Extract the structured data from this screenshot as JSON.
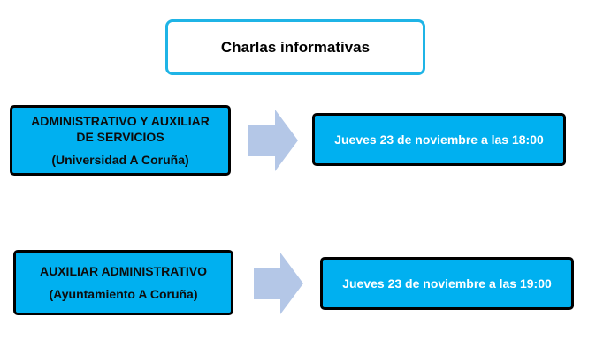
{
  "title": "Charlas informativas",
  "colors": {
    "title_border": "#1fb4e6",
    "box_fill": "#00b0f0",
    "arrow_fill": "#b4c7e7"
  },
  "rows": [
    {
      "position": "ADMINISTRATIVO Y AUXILIAR DE SERVICIOS",
      "position_line1": "ADMINISTRATIVO Y AUXILIAR",
      "position_line2": "DE SERVICIOS",
      "institution": "(Universidad A Coruña)",
      "arrow_icon": "right-arrow-icon",
      "date_text": "Jueves 23 de noviembre a las 18:00"
    },
    {
      "position": "AUXILIAR ADMINISTRATIVO",
      "position_line1": "AUXILIAR ADMINISTRATIVO",
      "institution": "(Ayuntamiento A Coruña)",
      "arrow_icon": "right-arrow-icon",
      "date_text": "Jueves 23 de noviembre a las 19:00"
    }
  ]
}
